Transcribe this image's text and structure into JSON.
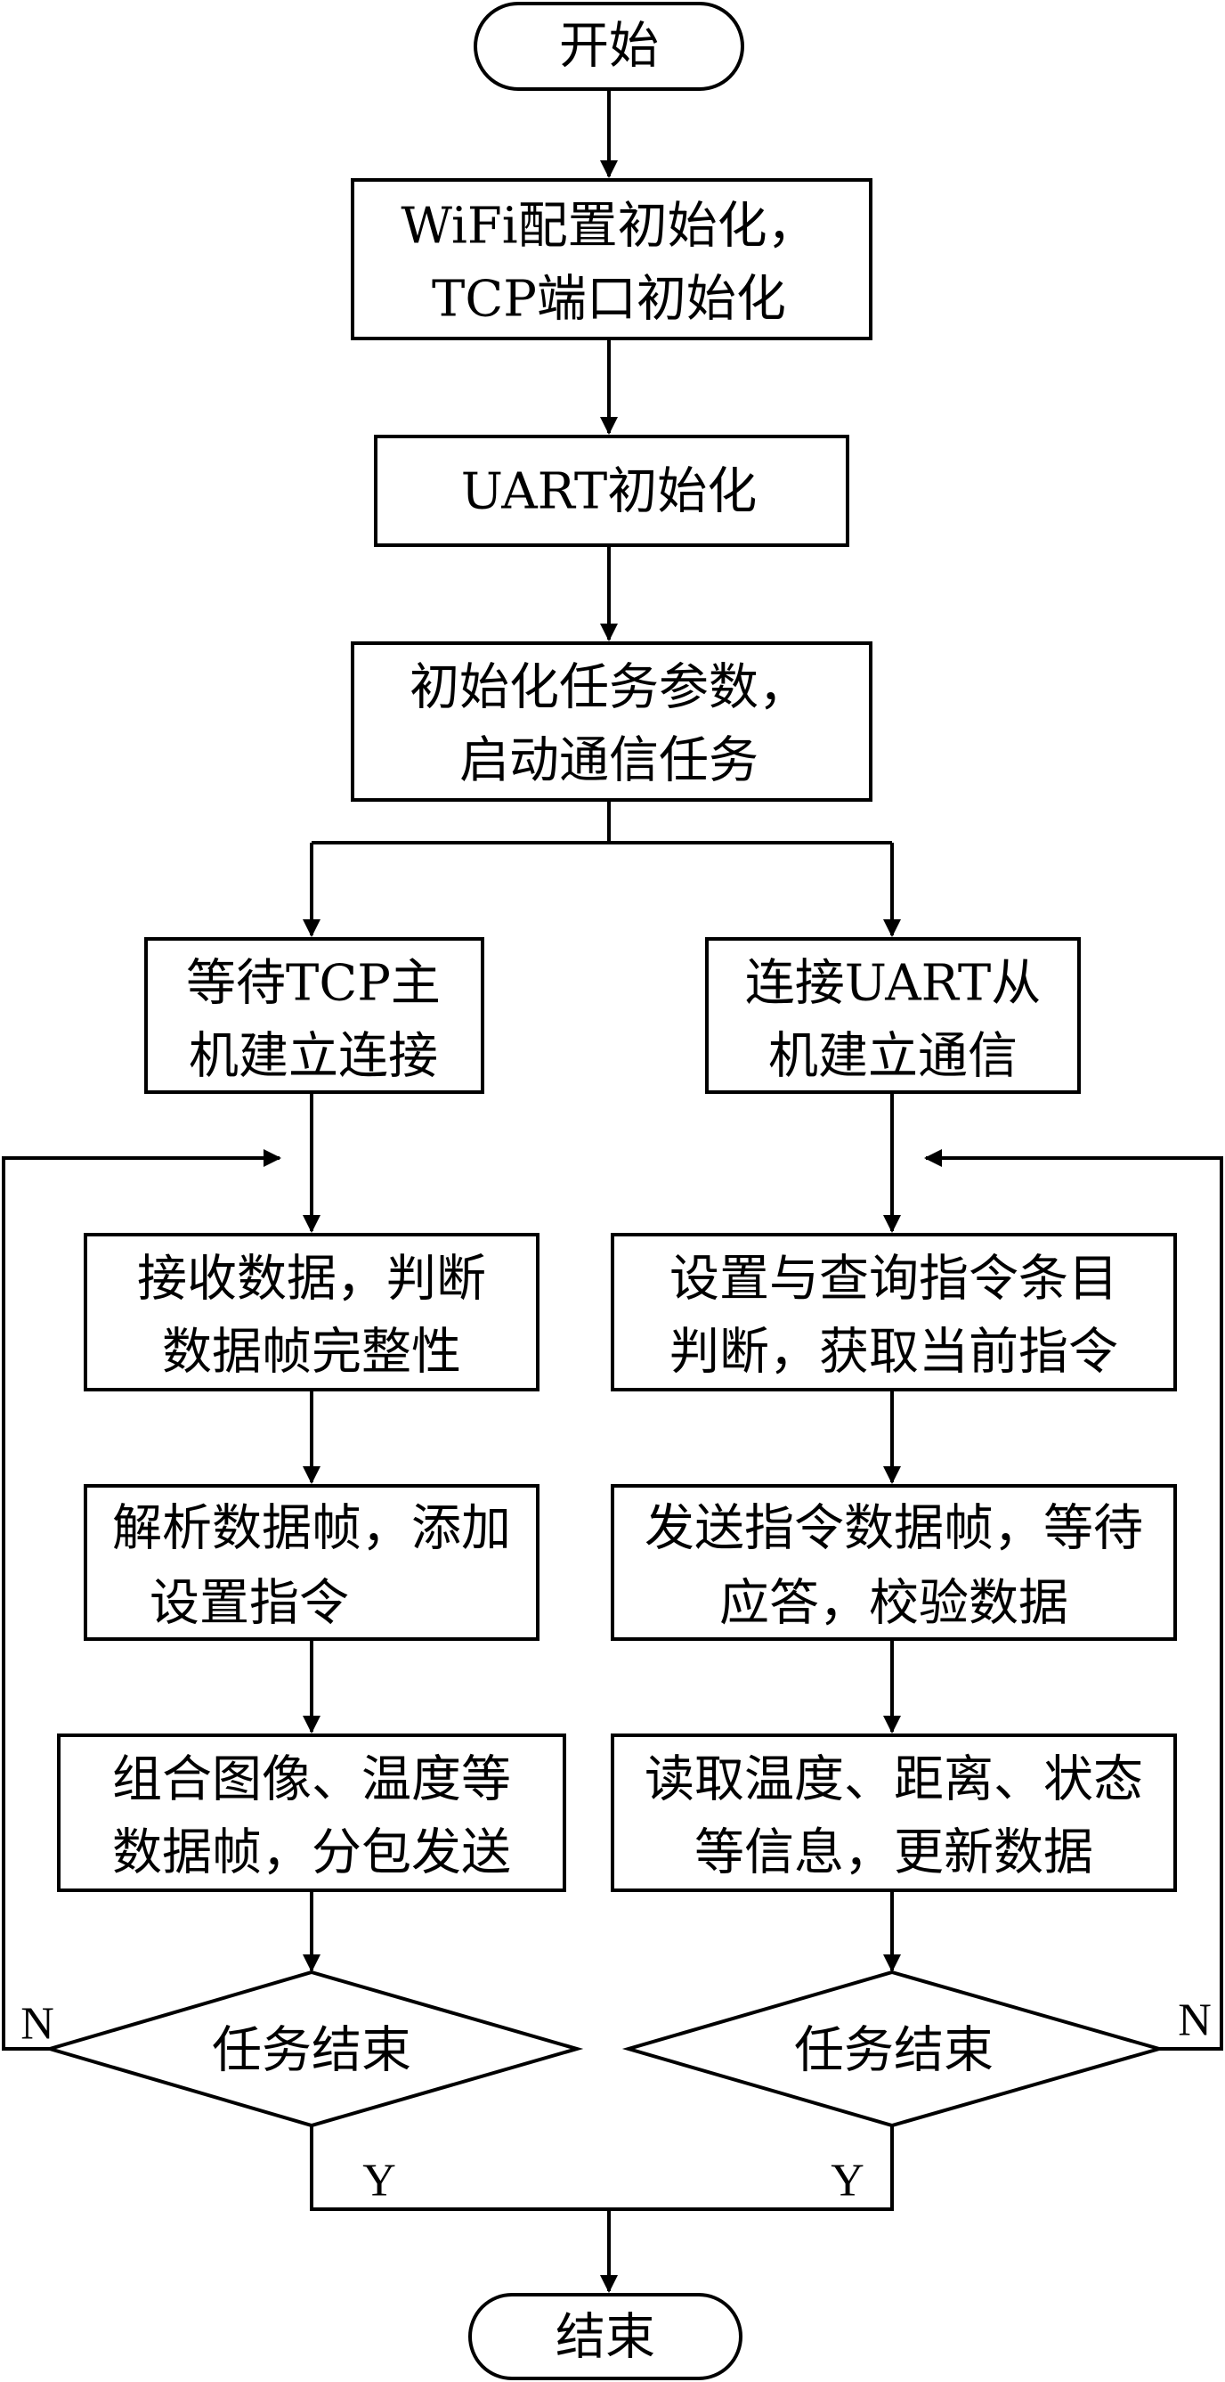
{
  "flowchart": {
    "start": "开始",
    "init_wifi": [
      "WiFi配置初始化，",
      "TCP端口初始化"
    ],
    "init_uart": "UART初始化",
    "init_task": [
      "初始化任务参数，",
      "启动通信任务"
    ],
    "left": {
      "wait_tcp": [
        "等待TCP主",
        "机建立连接"
      ],
      "receive": [
        "接收数据，判断",
        "数据帧完整性"
      ],
      "parse": [
        "解析数据帧，添加",
        "设置指令"
      ],
      "combine": [
        "组合图像、温度等",
        "数据帧，分包发送"
      ],
      "decision": "任务结束",
      "no_label": "N",
      "yes_label": "Y"
    },
    "right": {
      "connect_uart": [
        "连接UART从",
        "机建立通信"
      ],
      "setup_query": [
        "设置与查询指令条目",
        "判断，获取当前指令"
      ],
      "send": [
        "发送指令数据帧，等待",
        "应答，校验数据"
      ],
      "read": [
        "读取温度、距离、状态",
        "等信息，更新数据"
      ],
      "decision": "任务结束",
      "no_label": "N",
      "yes_label": "Y"
    },
    "end": "结束"
  }
}
